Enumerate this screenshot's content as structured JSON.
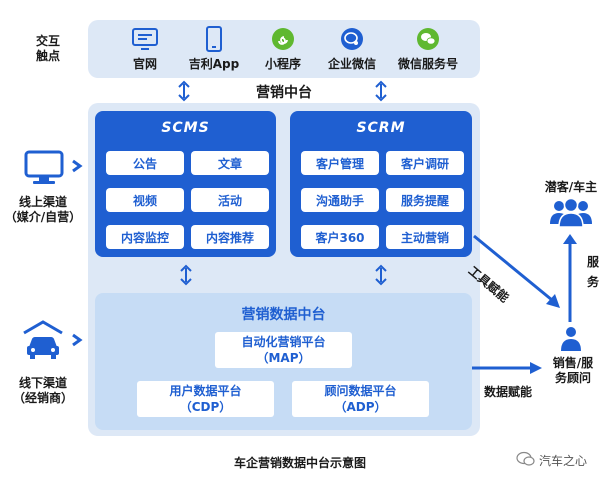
{
  "touchpoints": {
    "label": "交互\n触点",
    "items": [
      {
        "label": "官网",
        "icon": "monitor-icon"
      },
      {
        "label": "吉利App",
        "icon": "phone-icon"
      },
      {
        "label": "小程序",
        "icon": "mini-program-icon"
      },
      {
        "label": "企业微信",
        "icon": "wecom-icon"
      },
      {
        "label": "微信服务号",
        "icon": "wechat-icon"
      }
    ]
  },
  "marketing_center": {
    "title": "营销中台"
  },
  "scms": {
    "title": "SCMS",
    "items": [
      "公告",
      "文章",
      "视频",
      "活动",
      "内容监控",
      "内容推荐"
    ]
  },
  "scrm": {
    "title": "SCRM",
    "items": [
      "客户管理",
      "客户调研",
      "沟通助手",
      "服务提醒",
      "客户360",
      "主动营销"
    ]
  },
  "data_center": {
    "title": "营销数据中台",
    "map": {
      "name": "自动化营销平台",
      "abbr": "（MAP）"
    },
    "cdp": {
      "name": "用户数据平台",
      "abbr": "（CDP）"
    },
    "adp": {
      "name": "顾问数据平台",
      "abbr": "（ADP）"
    }
  },
  "channels": {
    "online": {
      "line1": "线上渠道",
      "line2": "（媒介/自营）",
      "icon": "monitor-icon"
    },
    "offline": {
      "line1": "线下渠道",
      "line2": "（经销商）",
      "icon": "car-showroom-icon"
    }
  },
  "right": {
    "customers": "潜客/车主",
    "service": "服\n务",
    "tool_empower": "工具赋能",
    "data_empower": "数据赋能",
    "sales": {
      "line1": "销售/服",
      "line2": "务顾问"
    }
  },
  "caption": "车企营销数据中台示意图",
  "watermark": "汽车之心",
  "colors": {
    "primary": "#1f5fd1",
    "panel": "#dde8f6",
    "data_panel": "#c6dcf5",
    "icon_green": "#5fb830"
  }
}
